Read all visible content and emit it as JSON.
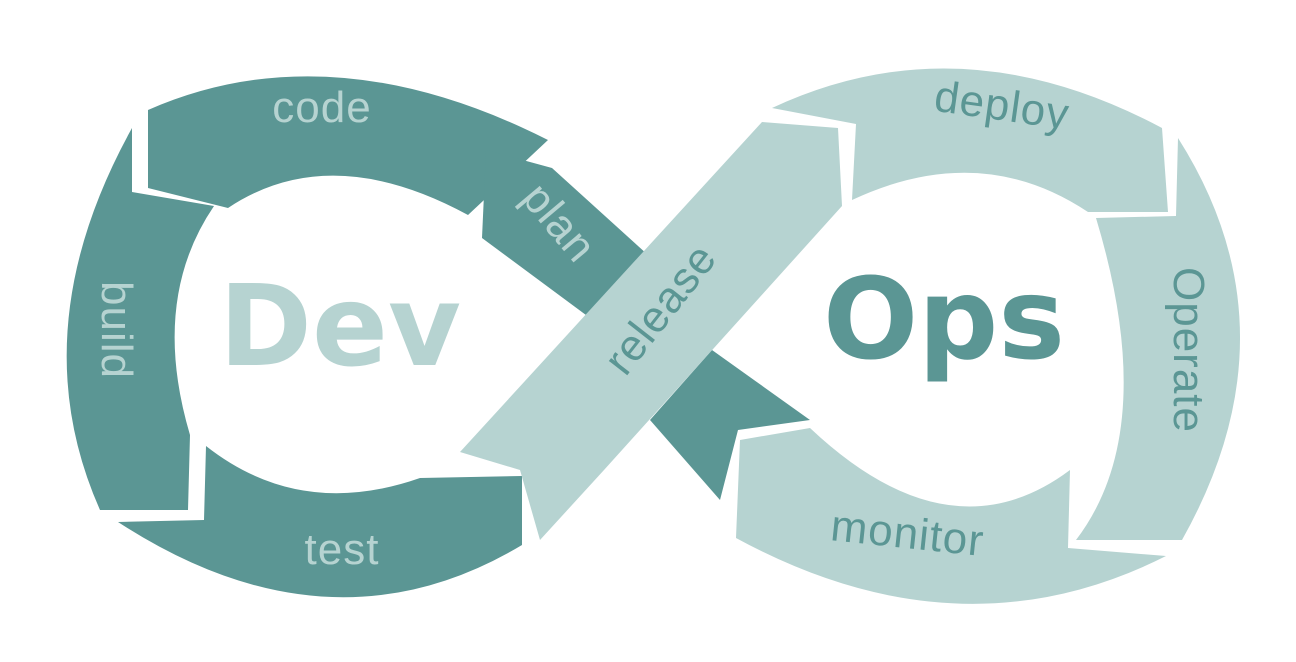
{
  "colors": {
    "dark": "#5b9694",
    "light": "#b6d3d1",
    "background": "#ffffff"
  },
  "center": {
    "left": "Dev",
    "right": "Ops"
  },
  "stages": {
    "code": "code",
    "plan": "plan",
    "build": "build",
    "test": "test",
    "release": "release",
    "deploy": "deploy",
    "operate": "Operate",
    "monitor": "monitor"
  }
}
